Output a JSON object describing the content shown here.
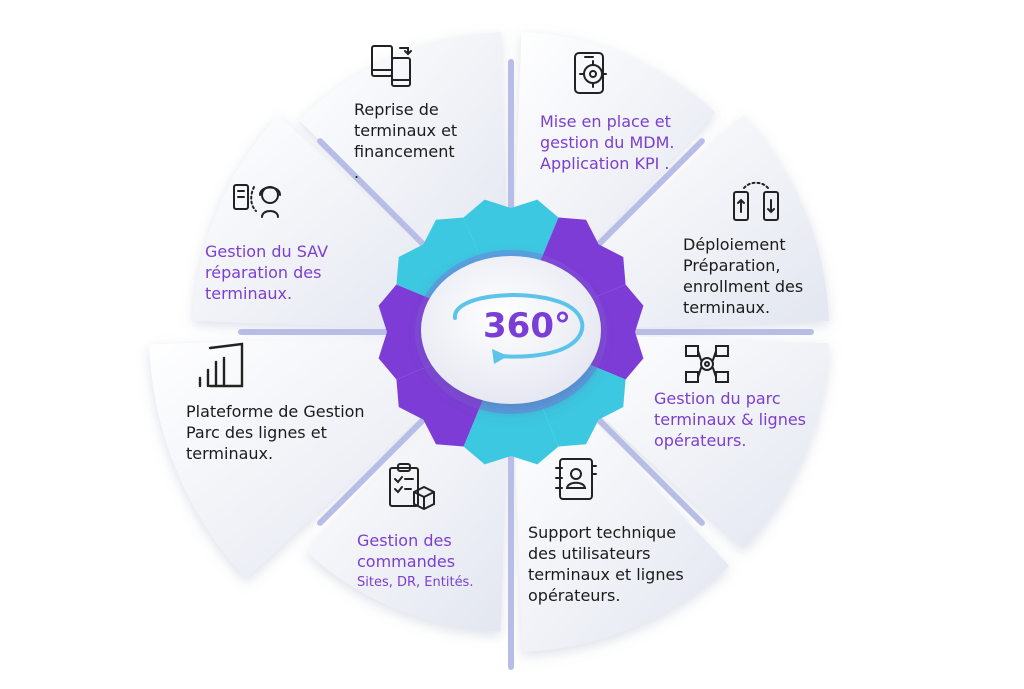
{
  "center": {
    "label": "360°"
  },
  "colors": {
    "purple_text": "#7b3fd0",
    "dark_text": "#1b1b1b",
    "gear_purple": "#7d3cd6",
    "gear_cyan": "#3cc8e0",
    "spoke": "#b8bde8"
  },
  "segments": [
    {
      "id": "reprise",
      "icon": "tablet-phone-swap-icon",
      "lines": [
        "Reprise de",
        "terminaux et",
        "financement",
        "."
      ]
    },
    {
      "id": "mdm",
      "icon": "phone-settings-icon",
      "lines": [
        "Mise en place et",
        "gestion du MDM.",
        "Application KPI ."
      ]
    },
    {
      "id": "deploiement",
      "icon": "phones-sync-icon",
      "lines": [
        "Déploiement",
        "Préparation,",
        "enrollment des",
        "terminaux."
      ]
    },
    {
      "id": "parc",
      "icon": "network-gear-icon",
      "lines": [
        "Gestion du parc",
        "terminaux & lignes",
        "opérateurs."
      ]
    },
    {
      "id": "support",
      "icon": "contact-book-icon",
      "lines": [
        "Support technique",
        "des utilisateurs",
        "terminaux et lignes",
        "opérateurs."
      ]
    },
    {
      "id": "commandes",
      "icon": "clipboard-box-icon",
      "lines": [
        "Gestion des",
        "commandes"
      ],
      "sub": "Sites, DR, Entités."
    },
    {
      "id": "plateforme",
      "icon": "power-bi-icon",
      "lines": [
        "Plateforme de Gestion",
        "Parc des lignes et",
        "terminaux."
      ]
    },
    {
      "id": "sav",
      "icon": "headset-support-icon",
      "lines": [
        "Gestion du SAV",
        "réparation des",
        "terminaux."
      ]
    }
  ]
}
